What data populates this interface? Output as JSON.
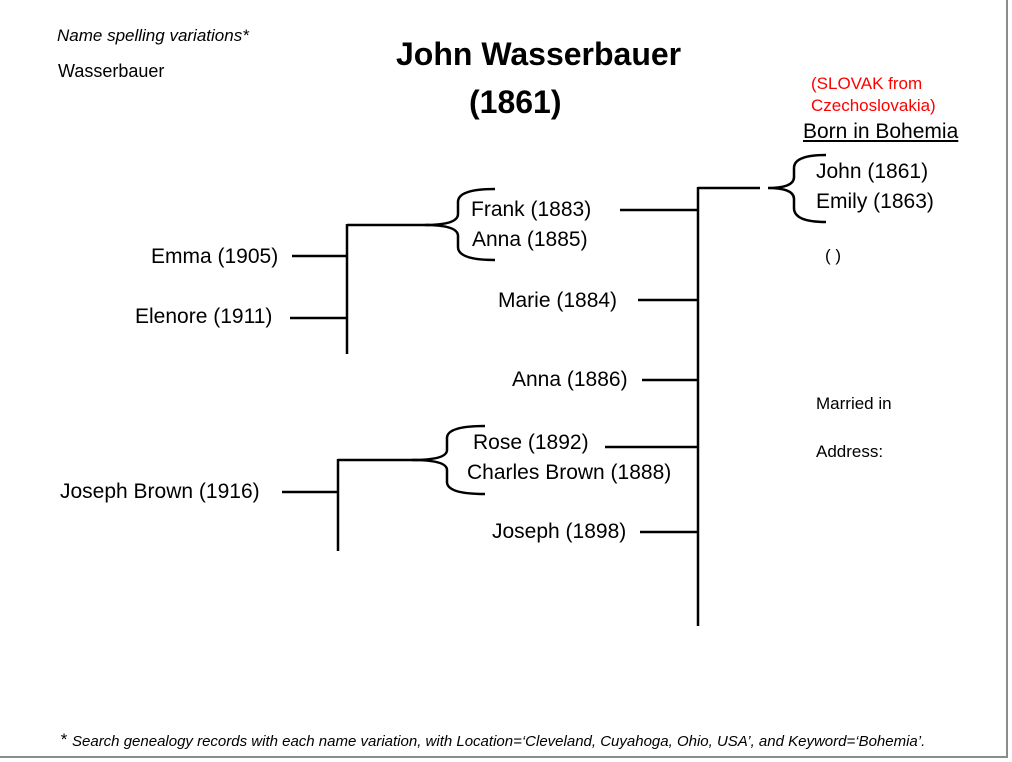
{
  "header": {
    "spelling_heading": "Name spelling variations*",
    "spelling_variation": "Wasserbauer",
    "title_name": "John Wasserbauer",
    "title_year": "(1861)"
  },
  "origin": {
    "ethnicity_line1": "(SLOVAK from",
    "ethnicity_line2": "Czechoslovakia)",
    "birthplace": "Born in Bohemia"
  },
  "parents": {
    "father": "John (1861)",
    "mother": "Emily (1863)",
    "empty_parens": "( )"
  },
  "children": [
    {
      "label": "Frank (1883)"
    },
    {
      "label": "Anna (1885)"
    },
    {
      "label": "Marie (1884)"
    },
    {
      "label": "Anna (1886)"
    },
    {
      "label": "Rose (1892)"
    },
    {
      "label": "Charles Brown (1888)"
    },
    {
      "label": "Joseph (1898)"
    }
  ],
  "grandchildren": [
    {
      "label": "Emma (1905)"
    },
    {
      "label": "Elenore (1911)"
    },
    {
      "label": "Joseph Brown (1916)"
    }
  ],
  "notes": {
    "married_in": "Married in",
    "address": "Address:"
  },
  "footer": {
    "asterisk": "*",
    "search_note": "Search genealogy records with each name variation, with Location=‘Cleveland, Cuyahoga, Ohio, USA’, and Keyword=‘Bohemia’."
  },
  "colors": {
    "ethnicity": "#ff0000",
    "lines": "#000000"
  }
}
